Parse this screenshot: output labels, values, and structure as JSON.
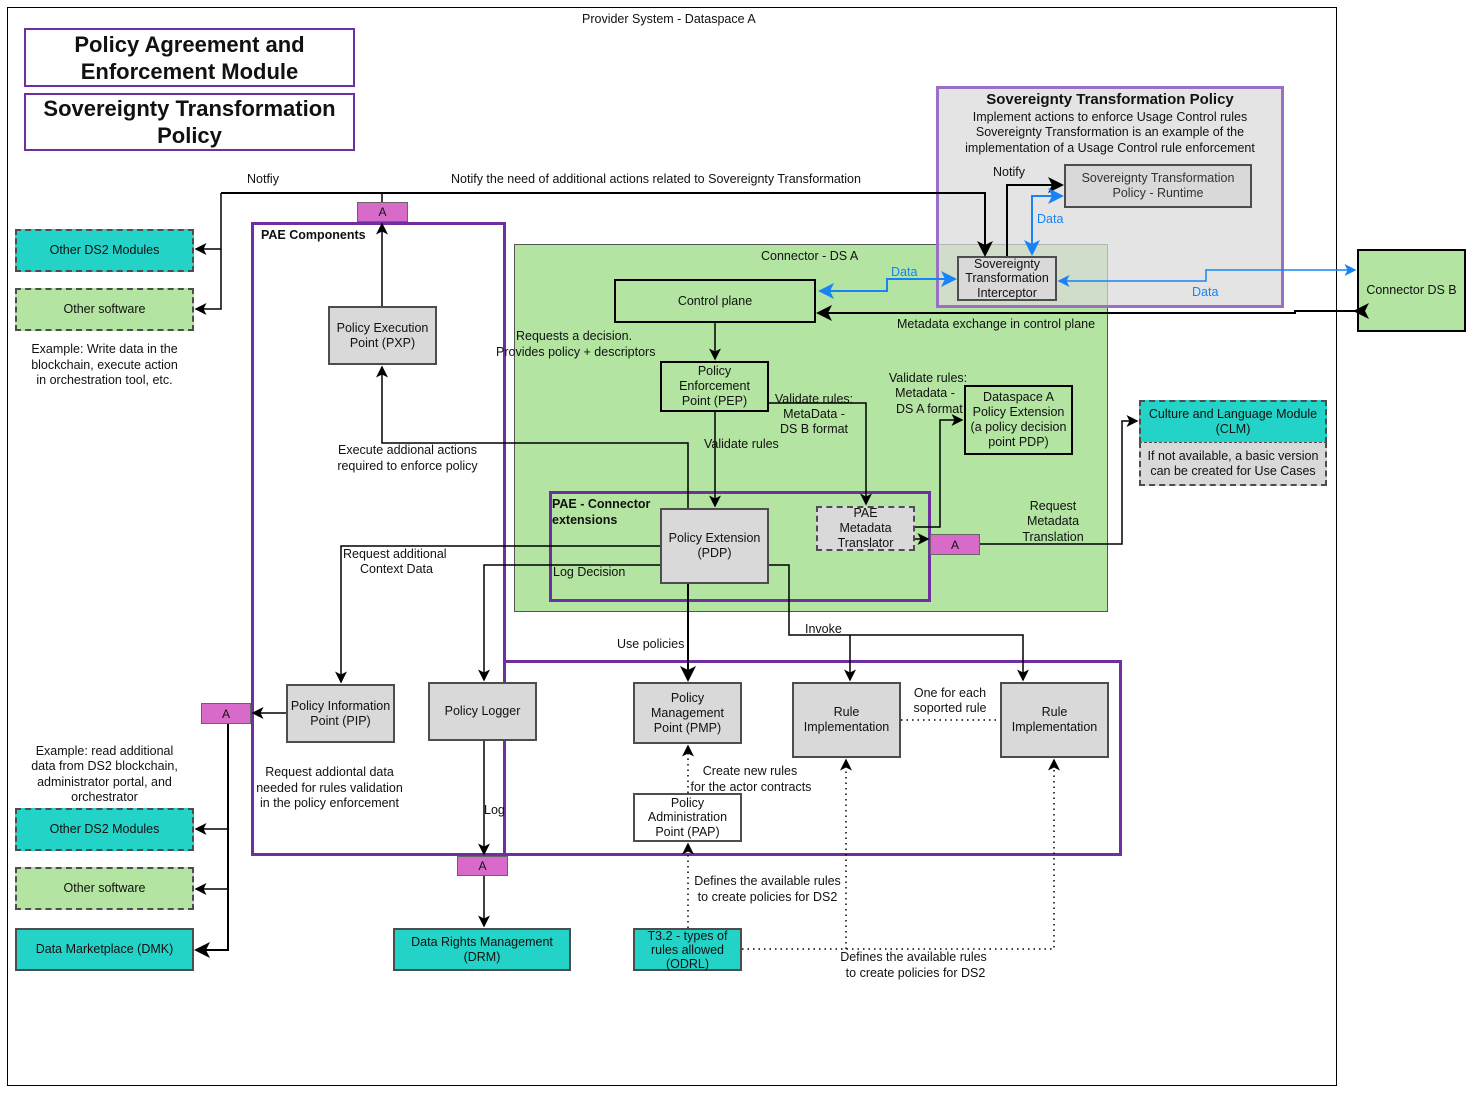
{
  "system_title": "Provider System - Dataspace A",
  "module_title": "Policy Agreement and Enforcement Module",
  "policy_title": "Sovereignty Transformation Policy",
  "st_policy_panel": {
    "title": "Sovereignty Transformation Policy",
    "desc_line1": "Implement actions to enforce Usage Control rules",
    "desc_line2": "Sovereignty Transformation is an example of the",
    "desc_line3": "implementation of a Usage Control rule enforcement",
    "runtime_box": "Sovereignty Transformation Policy - Runtime",
    "interceptor_box": "Sovereignty Transformation Interceptor",
    "notify_label": "Notify",
    "data_label": "Data"
  },
  "connector_ds_a": {
    "title": "Connector - DS A",
    "control_plane": "Control plane",
    "pep": "Policy Enforcement Point (PEP)",
    "ds_a_policy_ext": "Dataspace A Policy Extension (a policy decision point PDP)",
    "metadata_exchange_label": "Metadata exchange in control plane",
    "requests_decision_line1": "Requests a decision.",
    "requests_decision_line2": "Provides policy + descriptors",
    "validate_rules_ds_b_line1": "Validate rules:",
    "validate_rules_ds_b_line2": "MetaData -",
    "validate_rules_ds_b_line3": "DS B format",
    "validate_rules_ds_a_line1": "Validate rules:",
    "validate_rules_ds_a_line2": "Metadata -",
    "validate_rules_ds_a_line3": "DS A format",
    "validate_rules": "Validate rules",
    "data_label": "Data"
  },
  "connector_ds_b": "Connector DS B",
  "data_label_right": "Data",
  "pae_connector_ext": {
    "title_line1": "PAE - Connector",
    "title_line2": "extensions",
    "policy_extension": "Policy Extension (PDP)",
    "metadata_translator": "PAE Metadata Translator",
    "log_decision": "Log Decision"
  },
  "pae_components": {
    "title": "PAE Components",
    "pxp": "Policy Execution Point (PXP)",
    "pip": "Policy Information Point (PIP)",
    "logger": "Policy Logger",
    "pmp": "Policy Management Point (PMP)",
    "pap": "Policy Administration Point (PAP)",
    "rule_impl_1": "Rule Implementation",
    "rule_impl_2": "Rule Implementation",
    "one_for_each_line1": "One for each",
    "one_for_each_line2": "soported rule"
  },
  "labels": {
    "notfiy": "Notfiy",
    "notify_additional": "Notify the need of additional actions related to Sovereignty Transformation",
    "execute_line1": "Execute addional actions",
    "execute_line2": "required to enforce policy",
    "request_context_line1": "Request additional",
    "request_context_line2": "Context Data",
    "request_data_line1": "Request addiontal data",
    "request_data_line2": "needed for rules validation",
    "request_data_line3": "in the policy enforcement",
    "use_policies": "Use policies",
    "invoke": "Invoke",
    "log": "Log",
    "create_rules_line1": "Create new rules",
    "create_rules_line2": "for the actor contracts",
    "defines_line1": "Defines the available rules",
    "defines_line2": "to create policies for DS2",
    "defines2_line1": "Defines the available rules",
    "defines2_line2": "to create policies for DS2",
    "request_translation_line1": "Request",
    "request_translation_line2": "Metadata",
    "request_translation_line3": "Translation"
  },
  "external": {
    "other_ds2_top": "Other DS2 Modules",
    "other_sw_top": "Other software",
    "example_top_line1": "Example: Write data in the",
    "example_top_line2": "blockchain, execute action",
    "example_top_line3": "in orchestration tool, etc.",
    "example_bottom_line1": "Example: read additional",
    "example_bottom_line2": "data from DS2 blockchain,",
    "example_bottom_line3": "administrator portal, and",
    "example_bottom_line4": "orchestrator",
    "other_ds2_bottom": "Other DS2 Modules",
    "other_sw_bottom": "Other software",
    "dmk": "Data Marketplace (DMK)",
    "drm": "Data Rights Management (DRM)",
    "odrl": "T3.2 - types of rules allowed (ODRL)",
    "clm": "Culture and Language Module (CLM)",
    "clm_note": "If not available, a basic version can be created for Use Cases"
  },
  "adapter_tag": "A",
  "colors": {
    "purple_border": "#6f2fa0",
    "connector_green": "#b3e4a1",
    "teal": "#24d3c7",
    "component_gray": "#d9d9d9",
    "adapter_pink": "#d86ac9",
    "data_blue": "#1783f5"
  }
}
